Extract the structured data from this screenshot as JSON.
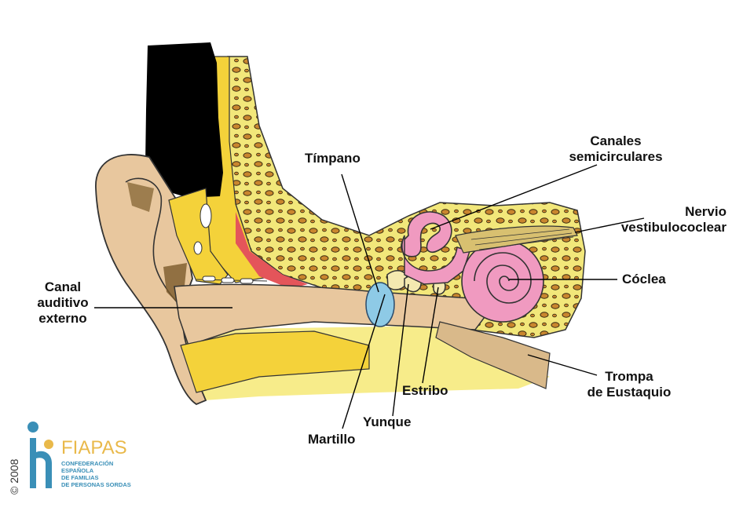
{
  "labels": {
    "timpano": "Tímpano",
    "canales_line1": "Canales",
    "canales_line2": "semicirculares",
    "nervio_line1": "Nervio",
    "nervio_line2": "vestibulococlear",
    "coclea": "Cóclea",
    "canal_line1": "Canal",
    "canal_line2": "auditivo",
    "canal_line3": "externo",
    "trompa_line1": "Trompa",
    "trompa_line2": "de Eustaquio",
    "estribo": "Estribo",
    "yunque": "Yunque",
    "martillo": "Martillo"
  },
  "logo": {
    "name": "FIAPAS",
    "sub_line1": "CONFEDERACIÓN",
    "sub_line2": "ESPAÑOLA",
    "sub_line3": "DE FAMILIAS",
    "sub_line4": "DE PERSONAS SORDAS"
  },
  "copyright": "© 2008",
  "colors": {
    "skin": "#e8c79e",
    "bone": "#f5e96a",
    "bone_dark": "#e9d94a",
    "hair": "#000000",
    "inner_ear": "#f09ac0",
    "eardrum": "#8ecae6",
    "red_layer": "#e85a5a",
    "spots": "#c07a2a",
    "logo_gold": "#e9b94a",
    "logo_blue": "#3a8fb7"
  }
}
